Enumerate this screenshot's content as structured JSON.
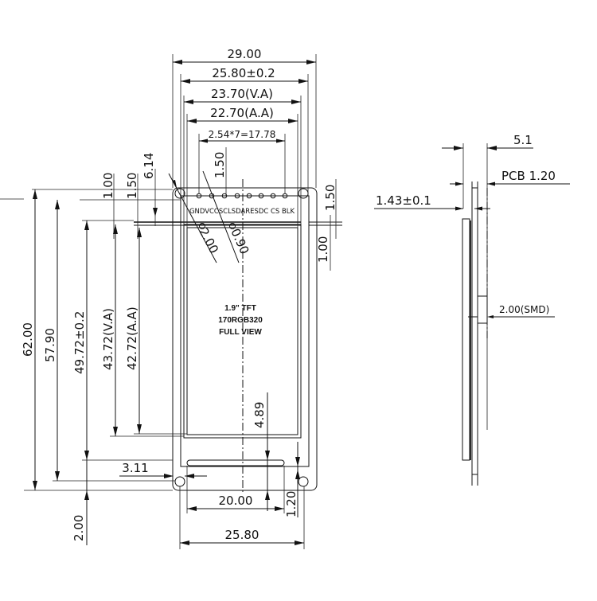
{
  "drawing": {
    "title_lines": [
      "1.9\" TFT",
      "170RGB320",
      "FULL VIEW"
    ],
    "front_view": {
      "width_dims": {
        "overall": "29.00",
        "pcb": "25.80±0.2",
        "va": "23.70(V.A)",
        "aa": "22.70(A.A)",
        "pin_pitch": "2.54*7=17.78"
      },
      "height_dims": {
        "overall": "62.00",
        "hole_spacing": "57.90",
        "module": "49.72±0.2",
        "va": "43.72(V.A)",
        "aa": "42.72(A.A)"
      },
      "small_dims": {
        "top_left_1": "1.00",
        "top_left_2": "1.50",
        "top_offset": "6.14",
        "pin_row_offset": "1.50",
        "right_top": "1.50",
        "right_second": "1.00",
        "hole_dia": "2.00",
        "pin_dia": "0.90",
        "bottom_offset": "4.89",
        "hole_offset": "3.11",
        "fpc_width": "20.00",
        "fpc_gap": "1.20",
        "bottom_width": "25.80",
        "bottom_height": "2.00"
      },
      "pins": [
        "GND",
        "VCC",
        "SCL",
        "SDA",
        "RES",
        "DC",
        "CS",
        "BLK"
      ],
      "pin_label_string": "GNDVCCSCLSDARESDC CS BLK"
    },
    "side_view": {
      "total_thickness": "5.1",
      "pcb_thickness": "PCB 1.20",
      "lcd_thickness": "1.43±0.1",
      "smd_height": "2.00(SMD)"
    }
  }
}
